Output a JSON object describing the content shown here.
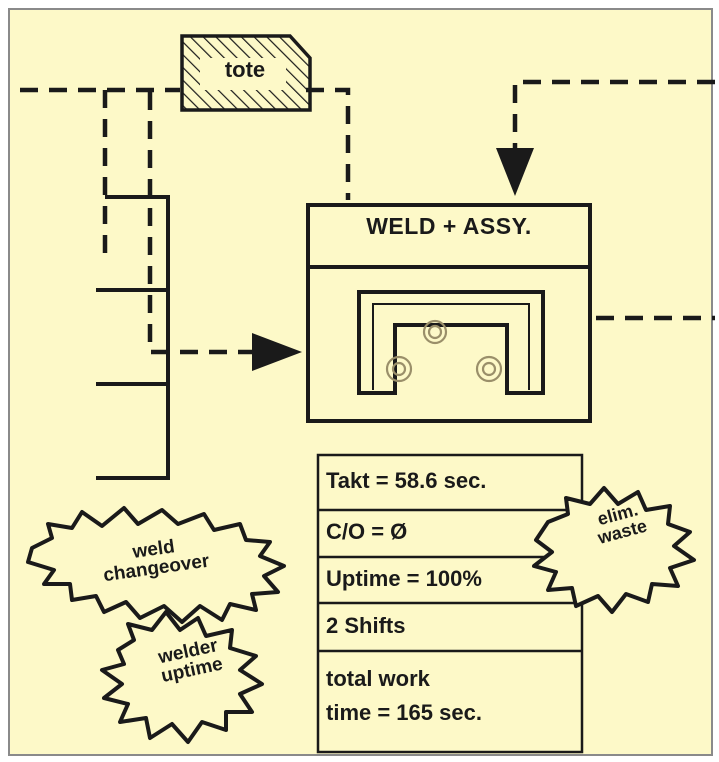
{
  "diagram": {
    "process_box": {
      "title": "WELD + ASSY."
    },
    "inventory_tote": {
      "label": "tote"
    },
    "data_box": {
      "rows": [
        "Takt = 58.6 sec.",
        "C/O  =  Ø",
        "Uptime = 100%",
        "2 Shifts",
        "total work\ntime = 165 sec."
      ]
    },
    "kaizen_bursts": [
      "weld\nchangeover",
      "welder\nuptime",
      "elim.\nwaste"
    ]
  },
  "colors": {
    "background": "#fdf9c8",
    "border": "#8a8a8a",
    "ink": "#1a1a1a",
    "icon_ink": "#9a8f6a"
  }
}
